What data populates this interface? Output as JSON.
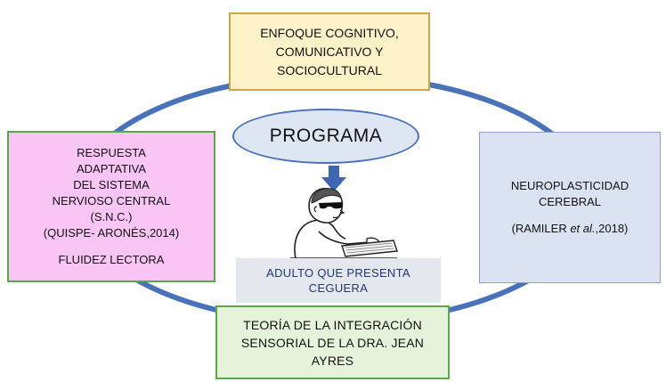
{
  "diagram": {
    "top_box": {
      "lines": [
        "ENFOQUE COGNITIVO,",
        "COMUNICATIVO Y",
        "SOCIOCULTURAL"
      ]
    },
    "left_box": {
      "lines": [
        "RESPUESTA",
        "ADAPTATIVA",
        "DEL SISTEMA",
        "NERVIOSO CENTRAL",
        "(S.N.C.)",
        "(QUISPE- ARONÉS,2014)"
      ],
      "footer": "FLUIDEZ LECTORA"
    },
    "right_box": {
      "lines": [
        "NEUROPLASTICIDAD",
        "CEREBRAL"
      ],
      "citation_prefix": "(RAMILER ",
      "citation_italic": "et al.",
      "citation_suffix": ",2018)"
    },
    "bottom_box": {
      "lines": [
        "TEORÍA DE LA INTEGRACIÓN",
        "SENSORIAL DE LA DRA. JEAN",
        "AYRES"
      ]
    },
    "center": {
      "ellipse_label": "PROGRAMA",
      "person_label_lines": [
        "ADULTO QUE PRESENTA",
        "CEGUERA"
      ]
    },
    "colors": {
      "ring": "#4a72b8",
      "arrow": "#3f67b1",
      "top_box_fill": "#fdf1c8",
      "left_box_fill": "#f9c5f5",
      "right_box_fill": "#dbe3f3",
      "bottom_box_fill": "#e6f2d9",
      "ellipse_fill": "#dfe6f3"
    }
  }
}
